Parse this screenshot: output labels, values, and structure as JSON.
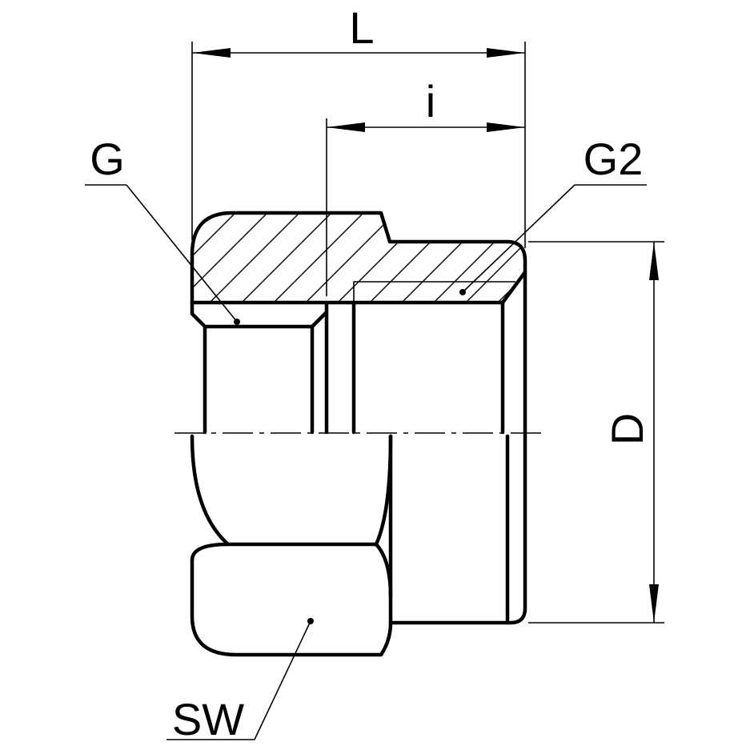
{
  "drawing": {
    "labels": {
      "length": "L",
      "thread_length": "i",
      "thread": "G",
      "thread_2": "G2",
      "diameter": "D",
      "wrench_size": "SW"
    }
  }
}
